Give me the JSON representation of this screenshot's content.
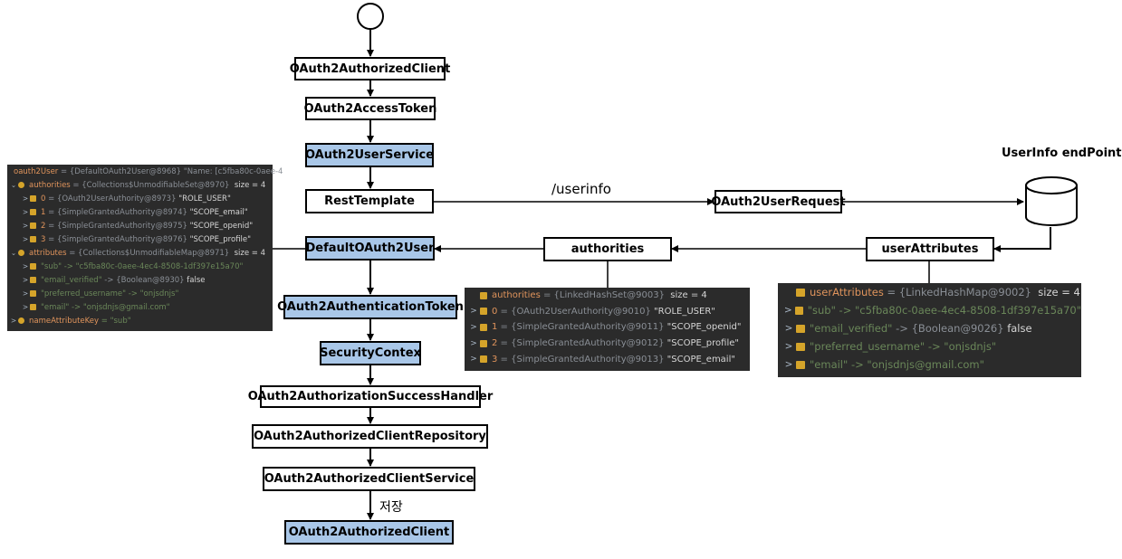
{
  "flow": {
    "oauth2_authorized_client_top": "OAuth2AuthorizedClient",
    "oauth2_access_token": "OAuth2AccessToken",
    "oauth2_user_service": "OAuth2UserService",
    "rest_template": "RestTemplate",
    "default_oauth2_user": "DefaultOAuth2User",
    "oauth2_authentication_token": "OAuth2AuthenticationToken",
    "security_contex": "SecurityContex",
    "success_handler": "OAuth2AuthorizationSuccessHandler",
    "client_repository": "OAuth2AuthorizedClientRepository",
    "client_service": "OAuth2AuthorizedClientService",
    "oauth2_authorized_client_bottom": "OAuth2AuthorizedClient",
    "oauth2_user_request": "OAuth2UserRequest",
    "authorities": "authorities",
    "user_attributes": "userAttributes",
    "userinfo_endpoint": "UserInfo endPoint",
    "userinfo_edge_label": "/userinfo",
    "save_label": "저장"
  },
  "colors": {
    "highlight_box": "#a9c7e8",
    "debug_bg": "#2b2b2b"
  },
  "debug_left": {
    "rows": [
      {
        "indent": 0,
        "chev": "",
        "icon": "field",
        "name": "oauth2User",
        "val": " = {DefaultOAuth2User@8968} \"Name: [c5fba80c-0aee-4",
        "tail": ""
      },
      {
        "indent": 0,
        "chev": "v",
        "icon": "warn",
        "name": "authorities",
        "val": " = {Collections$UnmodifiableSet@8970} ",
        "tail": " size = 4"
      },
      {
        "indent": 1,
        "chev": ">",
        "icon": "field",
        "name": "0",
        "val": " = {OAuth2UserAuthority@8973} ",
        "tail": "\"ROLE_USER\""
      },
      {
        "indent": 1,
        "chev": ">",
        "icon": "field",
        "name": "1",
        "val": " = {SimpleGrantedAuthority@8974} ",
        "tail": "\"SCOPE_email\""
      },
      {
        "indent": 1,
        "chev": ">",
        "icon": "field",
        "name": "2",
        "val": " = {SimpleGrantedAuthority@8975} ",
        "tail": "\"SCOPE_openid\""
      },
      {
        "indent": 1,
        "chev": ">",
        "icon": "field",
        "name": "3",
        "val": " = {SimpleGrantedAuthority@8976} ",
        "tail": "\"SCOPE_profile\""
      },
      {
        "indent": 0,
        "chev": "v",
        "icon": "warn",
        "name": "attributes",
        "val": " = {Collections$UnmodifiableMap@8971} ",
        "tail": " size = 4"
      },
      {
        "indent": 1,
        "chev": ">",
        "icon": "field",
        "name": "\"sub\"",
        "val": " -> \"c5fba80c-0aee-4ec4-8508-1df397e15a70\"",
        "tail": ""
      },
      {
        "indent": 1,
        "chev": ">",
        "icon": "field",
        "name": "\"email_verified\"",
        "val": " -> {Boolean@8930} ",
        "tail": "false"
      },
      {
        "indent": 1,
        "chev": ">",
        "icon": "field",
        "name": "\"preferred_username\"",
        "val": " -> \"onjsdnjs\"",
        "tail": ""
      },
      {
        "indent": 1,
        "chev": ">",
        "icon": "field",
        "name": "\"email\"",
        "val": " -> \"onjsdnjs@gmail.com\"",
        "tail": ""
      },
      {
        "indent": 0,
        "chev": ">",
        "icon": "warn",
        "name": "nameAttributeKey",
        "val": " = \"sub\"",
        "tail": ""
      }
    ]
  },
  "debug_mid": {
    "rows": [
      {
        "indent": 0,
        "chev": "",
        "icon": "field",
        "name": "authorities",
        "val": " = {LinkedHashSet@9003} ",
        "tail": " size = 4"
      },
      {
        "indent": 0,
        "chev": ">",
        "icon": "field",
        "name": "0",
        "val": " = {OAuth2UserAuthority@9010} ",
        "tail": "\"ROLE_USER\""
      },
      {
        "indent": 0,
        "chev": ">",
        "icon": "field",
        "name": "1",
        "val": " = {SimpleGrantedAuthority@9011} ",
        "tail": "\"SCOPE_openid\""
      },
      {
        "indent": 0,
        "chev": ">",
        "icon": "field",
        "name": "2",
        "val": " = {SimpleGrantedAuthority@9012} ",
        "tail": "\"SCOPE_profile\""
      },
      {
        "indent": 0,
        "chev": ">",
        "icon": "field",
        "name": "3",
        "val": " = {SimpleGrantedAuthority@9013} ",
        "tail": "\"SCOPE_email\""
      }
    ]
  },
  "debug_right": {
    "rows": [
      {
        "indent": 0,
        "chev": "",
        "icon": "field",
        "name": "userAttributes",
        "val": " = {LinkedHashMap@9002} ",
        "tail": " size = 4"
      },
      {
        "indent": 0,
        "chev": ">",
        "icon": "field",
        "name": "\"sub\"",
        "val": " -> \"c5fba80c-0aee-4ec4-8508-1df397e15a70\"",
        "tail": ""
      },
      {
        "indent": 0,
        "chev": ">",
        "icon": "field",
        "name": "\"email_verified\"",
        "val": " -> {Boolean@9026} ",
        "tail": "false"
      },
      {
        "indent": 0,
        "chev": ">",
        "icon": "field",
        "name": "\"preferred_username\"",
        "val": " -> \"onjsdnjs\"",
        "tail": ""
      },
      {
        "indent": 0,
        "chev": ">",
        "icon": "field",
        "name": "\"email\"",
        "val": " -> \"onjsdnjs@gmail.com\"",
        "tail": ""
      }
    ]
  }
}
